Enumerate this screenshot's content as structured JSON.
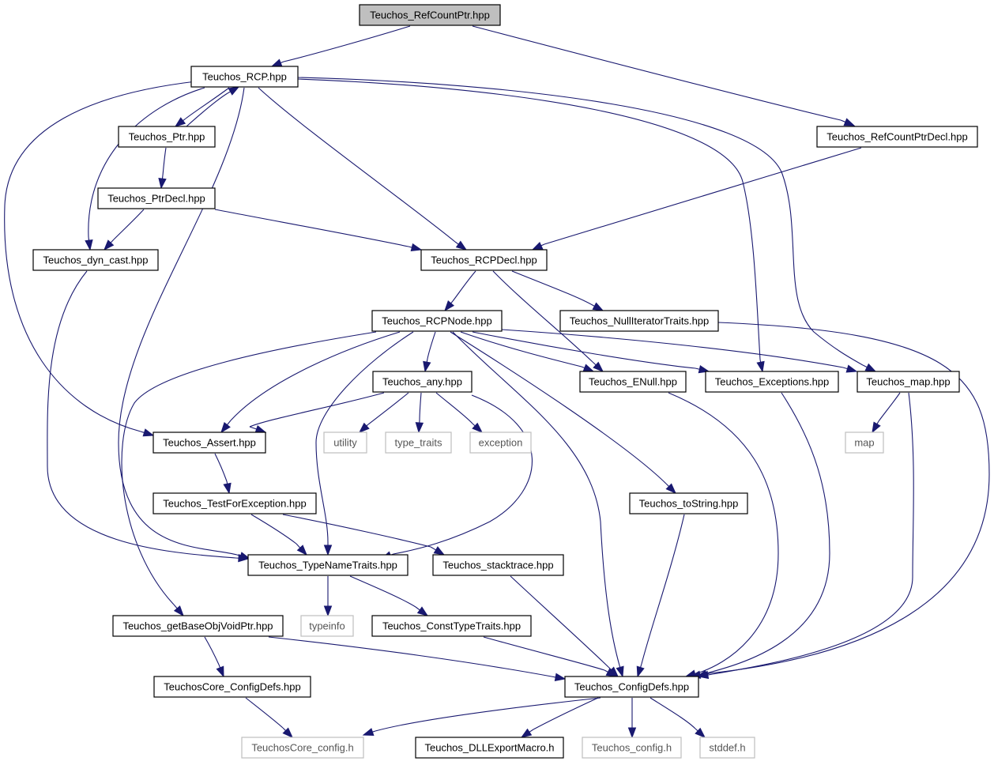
{
  "nodes": [
    {
      "id": "refcountptr",
      "label": "Teuchos_RefCountPtr.hpp",
      "kind": "root"
    },
    {
      "id": "rcp",
      "label": "Teuchos_RCP.hpp",
      "kind": "file"
    },
    {
      "id": "refcountptrdecl",
      "label": "Teuchos_RefCountPtrDecl.hpp",
      "kind": "file"
    },
    {
      "id": "ptr",
      "label": "Teuchos_Ptr.hpp",
      "kind": "file"
    },
    {
      "id": "ptrdecl",
      "label": "Teuchos_PtrDecl.hpp",
      "kind": "file"
    },
    {
      "id": "dyncast",
      "label": "Teuchos_dyn_cast.hpp",
      "kind": "file"
    },
    {
      "id": "rcpdecl",
      "label": "Teuchos_RCPDecl.hpp",
      "kind": "file"
    },
    {
      "id": "rcpnode",
      "label": "Teuchos_RCPNode.hpp",
      "kind": "file"
    },
    {
      "id": "nulliter",
      "label": "Teuchos_NullIteratorTraits.hpp",
      "kind": "file"
    },
    {
      "id": "any",
      "label": "Teuchos_any.hpp",
      "kind": "file"
    },
    {
      "id": "enull",
      "label": "Teuchos_ENull.hpp",
      "kind": "file"
    },
    {
      "id": "exceptions",
      "label": "Teuchos_Exceptions.hpp",
      "kind": "file"
    },
    {
      "id": "map",
      "label": "Teuchos_map.hpp",
      "kind": "file"
    },
    {
      "id": "assert",
      "label": "Teuchos_Assert.hpp",
      "kind": "file"
    },
    {
      "id": "utility",
      "label": "utility",
      "kind": "external"
    },
    {
      "id": "typetraits",
      "label": "type_traits",
      "kind": "external"
    },
    {
      "id": "exception",
      "label": "exception",
      "kind": "external"
    },
    {
      "id": "stdmap",
      "label": "map",
      "kind": "external"
    },
    {
      "id": "testforexc",
      "label": "Teuchos_TestForException.hpp",
      "kind": "file"
    },
    {
      "id": "tostring",
      "label": "Teuchos_toString.hpp",
      "kind": "file"
    },
    {
      "id": "typenametraits",
      "label": "Teuchos_TypeNameTraits.hpp",
      "kind": "file"
    },
    {
      "id": "stacktrace",
      "label": "Teuchos_stacktrace.hpp",
      "kind": "file"
    },
    {
      "id": "getbaseobj",
      "label": "Teuchos_getBaseObjVoidPtr.hpp",
      "kind": "file"
    },
    {
      "id": "typeinfo",
      "label": "typeinfo",
      "kind": "external"
    },
    {
      "id": "consttypetraits",
      "label": "Teuchos_ConstTypeTraits.hpp",
      "kind": "file"
    },
    {
      "id": "coreconfigdefs",
      "label": "TeuchosCore_ConfigDefs.hpp",
      "kind": "file"
    },
    {
      "id": "configdefs",
      "label": "Teuchos_ConfigDefs.hpp",
      "kind": "file"
    },
    {
      "id": "coreconfig",
      "label": "TeuchosCore_config.h",
      "kind": "external"
    },
    {
      "id": "dllexport",
      "label": "Teuchos_DLLExportMacro.h",
      "kind": "file"
    },
    {
      "id": "config",
      "label": "Teuchos_config.h",
      "kind": "external"
    },
    {
      "id": "stddef",
      "label": "stddef.h",
      "kind": "external"
    }
  ],
  "edges": [
    [
      "refcountptr",
      "rcp"
    ],
    [
      "refcountptr",
      "refcountptrdecl"
    ],
    [
      "rcp",
      "ptr"
    ],
    [
      "ptr",
      "rcp"
    ],
    [
      "rcp",
      "dyncast"
    ],
    [
      "rcp",
      "assert"
    ],
    [
      "rcp",
      "typenametraits"
    ],
    [
      "rcp",
      "rcpdecl"
    ],
    [
      "rcp",
      "exceptions"
    ],
    [
      "rcp",
      "map"
    ],
    [
      "ptr",
      "ptrdecl"
    ],
    [
      "ptrdecl",
      "dyncast"
    ],
    [
      "ptrdecl",
      "rcpdecl"
    ],
    [
      "refcountptrdecl",
      "rcpdecl"
    ],
    [
      "dyncast",
      "typenametraits"
    ],
    [
      "rcpdecl",
      "rcpnode"
    ],
    [
      "rcpdecl",
      "nulliter"
    ],
    [
      "rcpdecl",
      "enull"
    ],
    [
      "rcpnode",
      "any"
    ],
    [
      "rcpnode",
      "assert"
    ],
    [
      "rcpnode",
      "typenametraits"
    ],
    [
      "rcpnode",
      "getbaseobj"
    ],
    [
      "rcpnode",
      "enull"
    ],
    [
      "rcpnode",
      "exceptions"
    ],
    [
      "rcpnode",
      "map"
    ],
    [
      "rcpnode",
      "tostring"
    ],
    [
      "rcpnode",
      "configdefs"
    ],
    [
      "nulliter",
      "configdefs"
    ],
    [
      "any",
      "assert"
    ],
    [
      "any",
      "utility"
    ],
    [
      "any",
      "typetraits"
    ],
    [
      "any",
      "exception"
    ],
    [
      "any",
      "typenametraits"
    ],
    [
      "enull",
      "configdefs"
    ],
    [
      "exceptions",
      "configdefs"
    ],
    [
      "map",
      "stdmap"
    ],
    [
      "map",
      "configdefs"
    ],
    [
      "assert",
      "testforexc"
    ],
    [
      "testforexc",
      "typenametraits"
    ],
    [
      "testforexc",
      "stacktrace"
    ],
    [
      "tostring",
      "configdefs"
    ],
    [
      "typenametraits",
      "typeinfo"
    ],
    [
      "typenametraits",
      "consttypetraits"
    ],
    [
      "stacktrace",
      "configdefs"
    ],
    [
      "getbaseobj",
      "coreconfigdefs"
    ],
    [
      "getbaseobj",
      "configdefs"
    ],
    [
      "consttypetraits",
      "configdefs"
    ],
    [
      "coreconfigdefs",
      "coreconfig"
    ],
    [
      "configdefs",
      "coreconfig"
    ],
    [
      "configdefs",
      "dllexport"
    ],
    [
      "configdefs",
      "config"
    ],
    [
      "configdefs",
      "stddef"
    ]
  ]
}
